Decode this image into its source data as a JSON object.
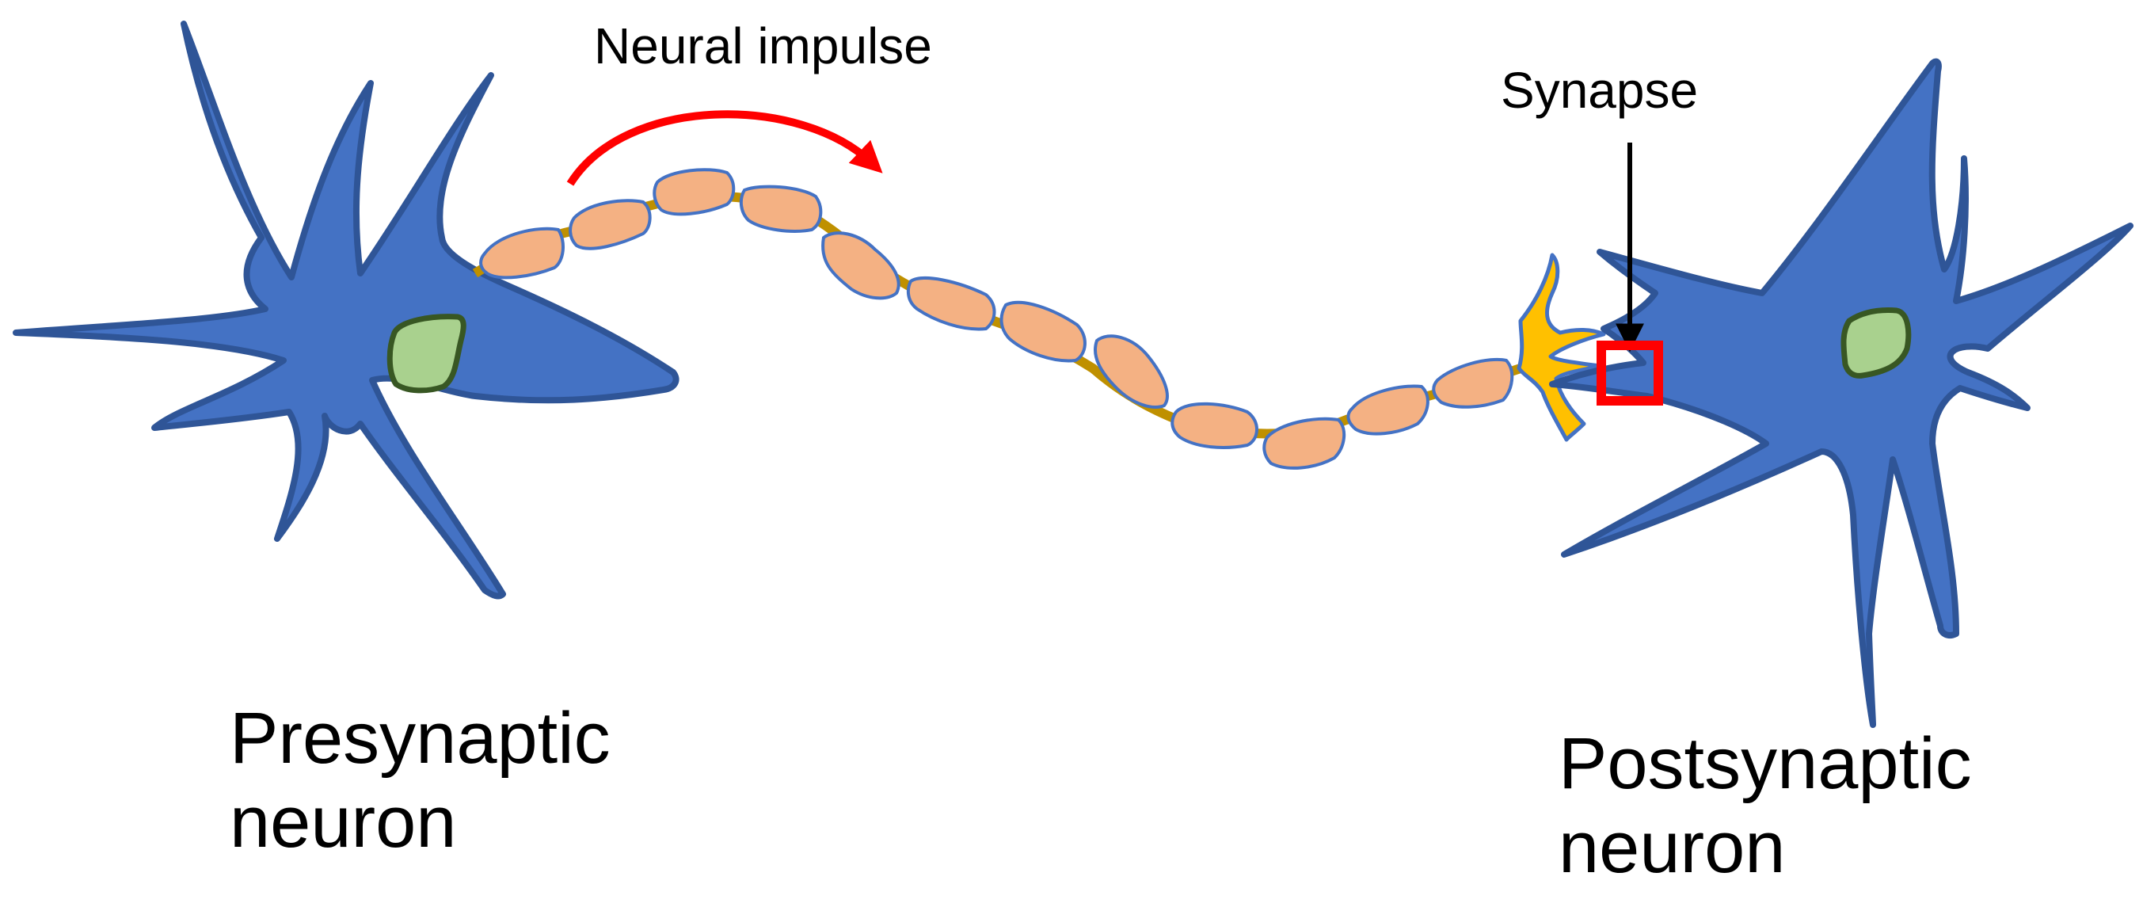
{
  "labels": {
    "neural_impulse": "Neural impulse",
    "synapse": "Synapse",
    "presynaptic": [
      "Presynaptic",
      "neuron"
    ],
    "postsynaptic": [
      "Postsynaptic",
      "neuron"
    ]
  },
  "colors": {
    "neuron_body": "#4472c4",
    "neuron_outline": "#2f5597",
    "nucleus": "#a9d18e",
    "nucleus_outline": "#385723",
    "myelin": "#f4b183",
    "myelin_outline": "#4472c4",
    "node": "#bf9000",
    "axon_terminal": "#ffc000",
    "impulse_arrow": "#ff0000",
    "synapse_box": "#ff0000",
    "pointer_arrow": "#000000"
  }
}
